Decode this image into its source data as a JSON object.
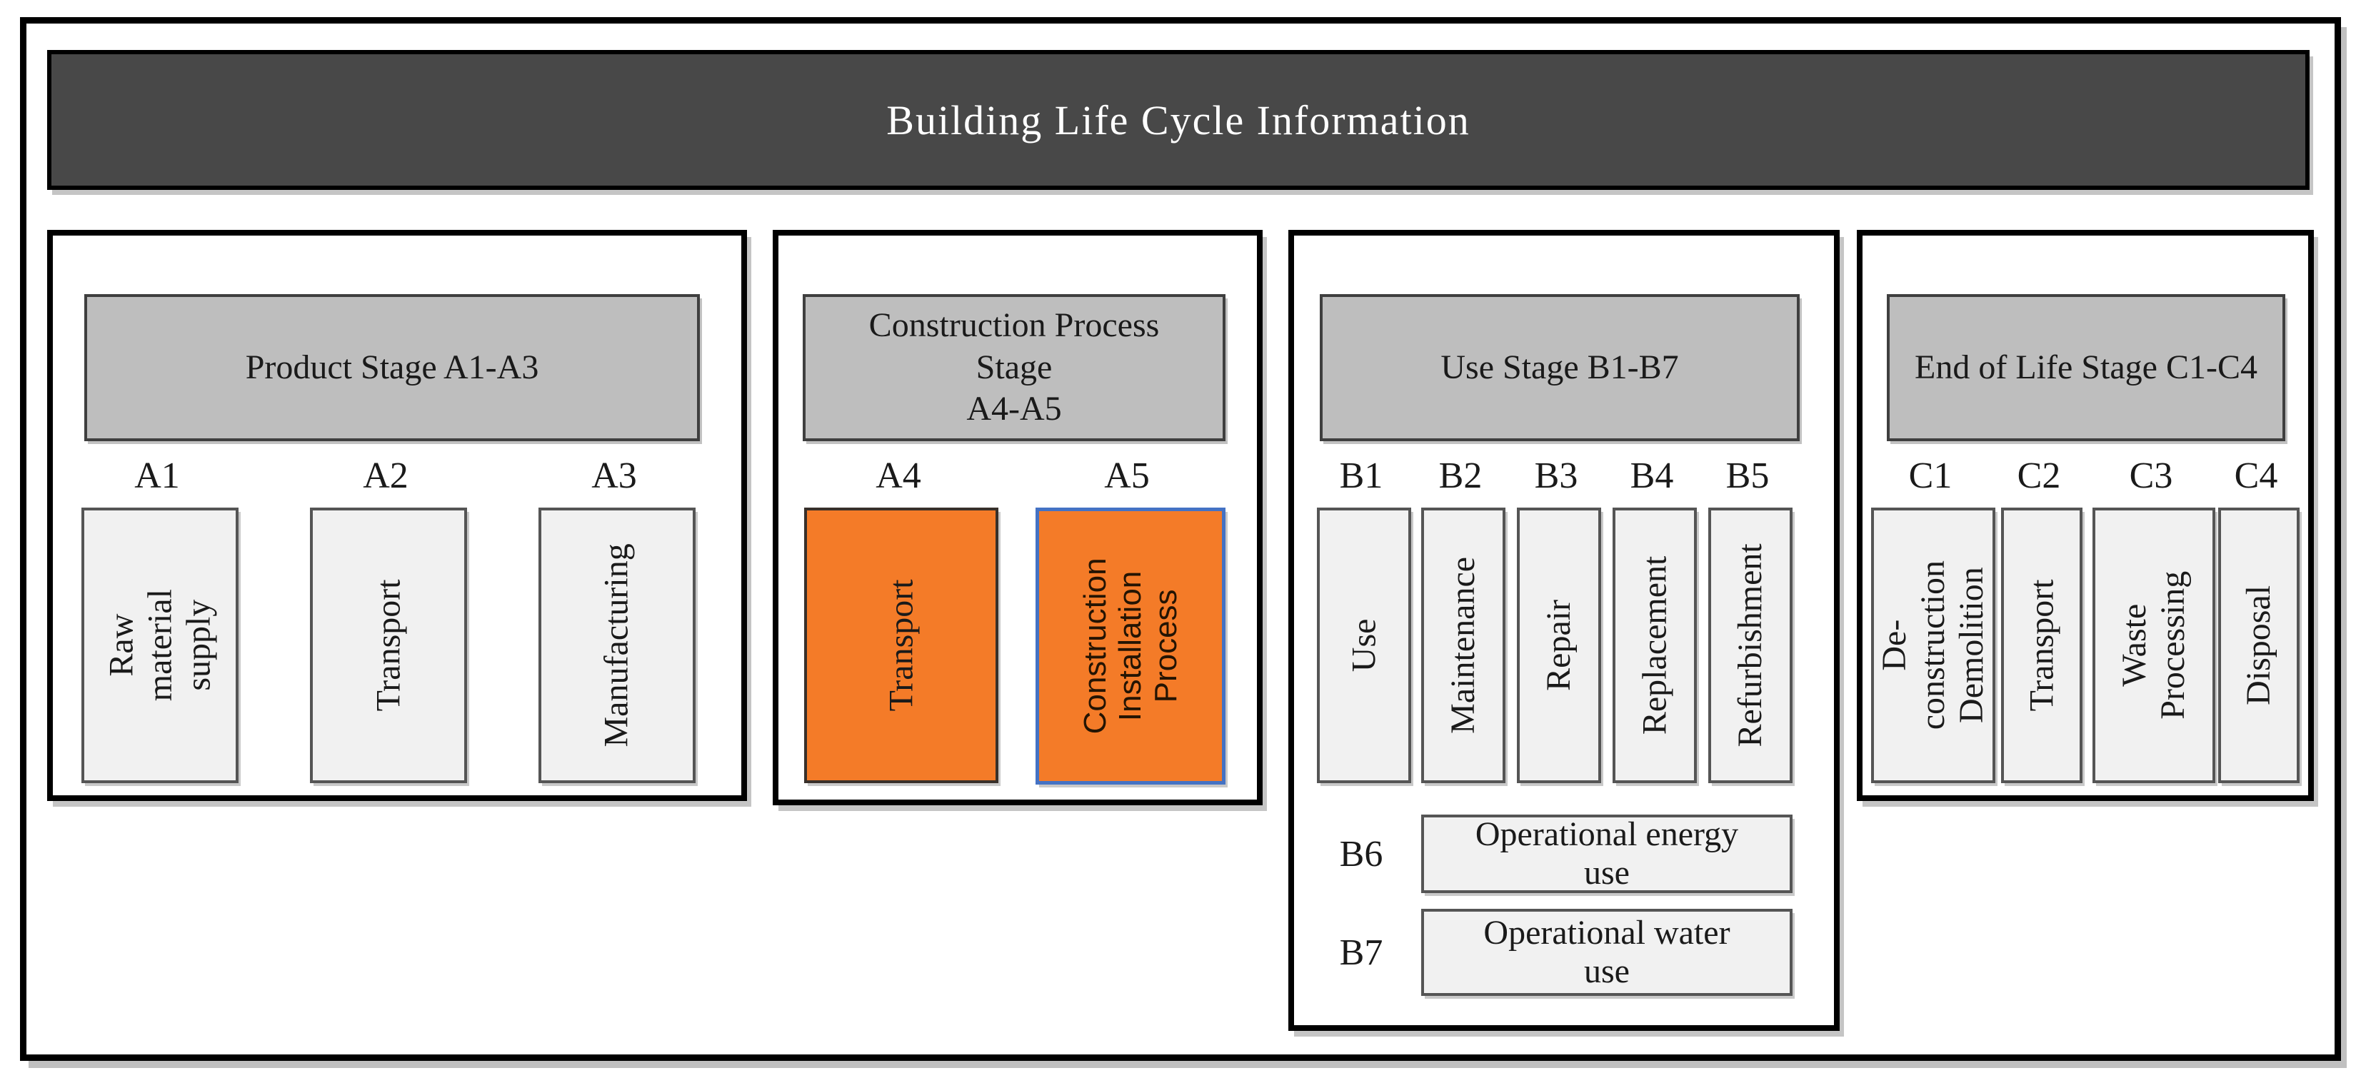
{
  "title": "Building Life Cycle Information",
  "colors": {
    "title_bar_fill": "#484848",
    "stage_header_fill": "#BEBEBE",
    "module_box_fill": "#F1F1F1",
    "highlight_orange": "#F47B28",
    "a5_border_blue": "#4472C4",
    "border_black": "#000000",
    "title_text": "#FFFFFF"
  },
  "panels": [
    {
      "header": "Product Stage A1-A3",
      "columns": [
        {
          "code": "A1",
          "label": "Raw material\nsupply"
        },
        {
          "code": "A2",
          "label": "Transport"
        },
        {
          "code": "A3",
          "label": "Manufacturing"
        }
      ]
    },
    {
      "header": "Construction Process\nStage\nA4-A5",
      "columns": [
        {
          "code": "A4",
          "label": "Transport",
          "highlighted": true
        },
        {
          "code": "A5",
          "label": "Construction\nInstallation Process",
          "highlighted": true
        }
      ]
    },
    {
      "header": "Use Stage B1-B7",
      "columns": [
        {
          "code": "B1",
          "label": "Use"
        },
        {
          "code": "B2",
          "label": "Maintenance"
        },
        {
          "code": "B3",
          "label": "Repair"
        },
        {
          "code": "B4",
          "label": "Replacement"
        },
        {
          "code": "B5",
          "label": "Refurbishment"
        }
      ],
      "rows": [
        {
          "code": "B6",
          "label": "Operational energy\nuse"
        },
        {
          "code": "B7",
          "label": "Operational water\nuse"
        }
      ]
    },
    {
      "header": "End of Life Stage C1-C4",
      "columns": [
        {
          "code": "C1",
          "label": "De-construction\nDemolition"
        },
        {
          "code": "C2",
          "label": "Transport"
        },
        {
          "code": "C3",
          "label": "Waste\nProcessing"
        },
        {
          "code": "C4",
          "label": "Disposal"
        }
      ]
    }
  ]
}
